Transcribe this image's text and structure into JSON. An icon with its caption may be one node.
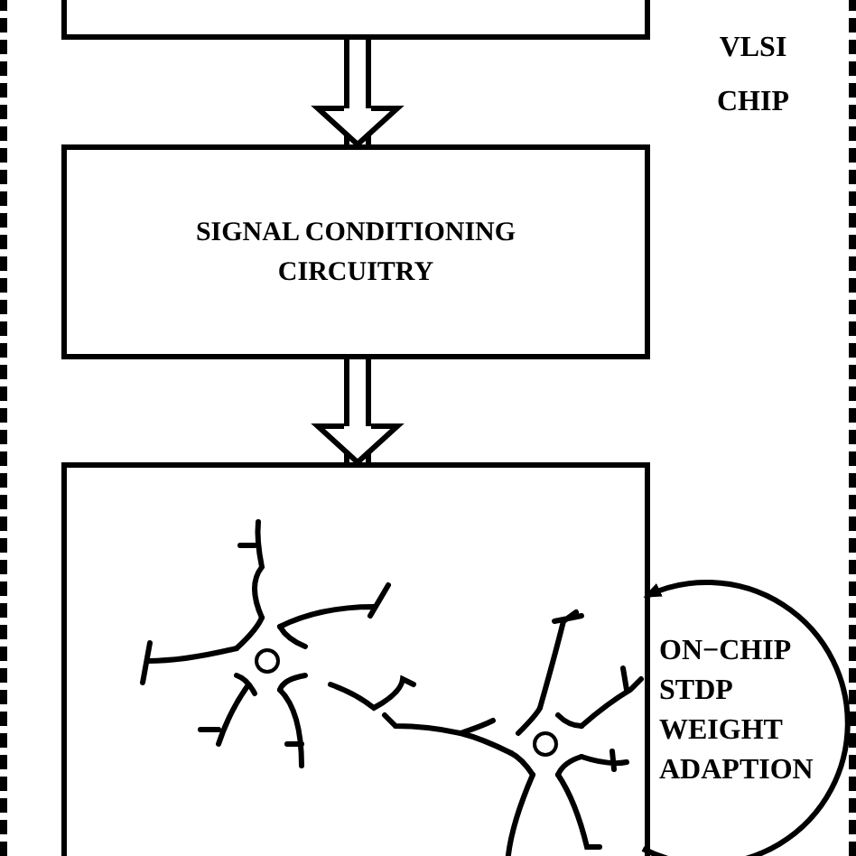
{
  "diagram": {
    "nodes": [
      {
        "text": [
          "VLSI CHIP"
        ]
      },
      {
        "text": [],
        "shape": "box",
        "in": 0
      },
      {
        "text": [
          "SIGNAL CONDITIONING CIRCUITRY"
        ],
        "in": 0
      },
      {
        "text": [],
        "shape": "picture",
        "in": 0
      },
      {
        "text": [
          "ON−CHIP STDP WEIGHT ADAPTION"
        ],
        "in": 0
      }
    ],
    "edges": [
      {
        "from": 1,
        "to": 2,
        "arrow": "to"
      },
      {
        "from": 2,
        "to": 3,
        "arrow": "to"
      },
      {
        "from": 3,
        "to": 3,
        "arrow": "to"
      }
    ]
  }
}
